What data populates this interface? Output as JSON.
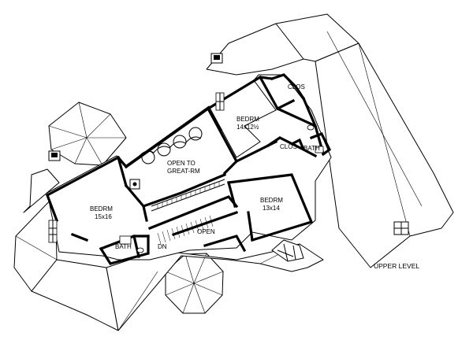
{
  "rooms": {
    "bedroom_1": {
      "name": "BEDRM",
      "size": "15x16"
    },
    "bath_1": "BATH",
    "down": "DN",
    "open_to_great_rm_line1": "OPEN TO",
    "open_to_great_rm_line2": "GREAT-RM",
    "open": "OPEN",
    "bedroom_2": {
      "name": "BEDRM",
      "size": "14x12½"
    },
    "closet_1": "CLOS",
    "closet_2": "CLOS",
    "bath_2": "BATH",
    "bedroom_3": {
      "name": "BEDRM",
      "size": "13x14"
    }
  },
  "level_label": "UPPER LEVEL"
}
